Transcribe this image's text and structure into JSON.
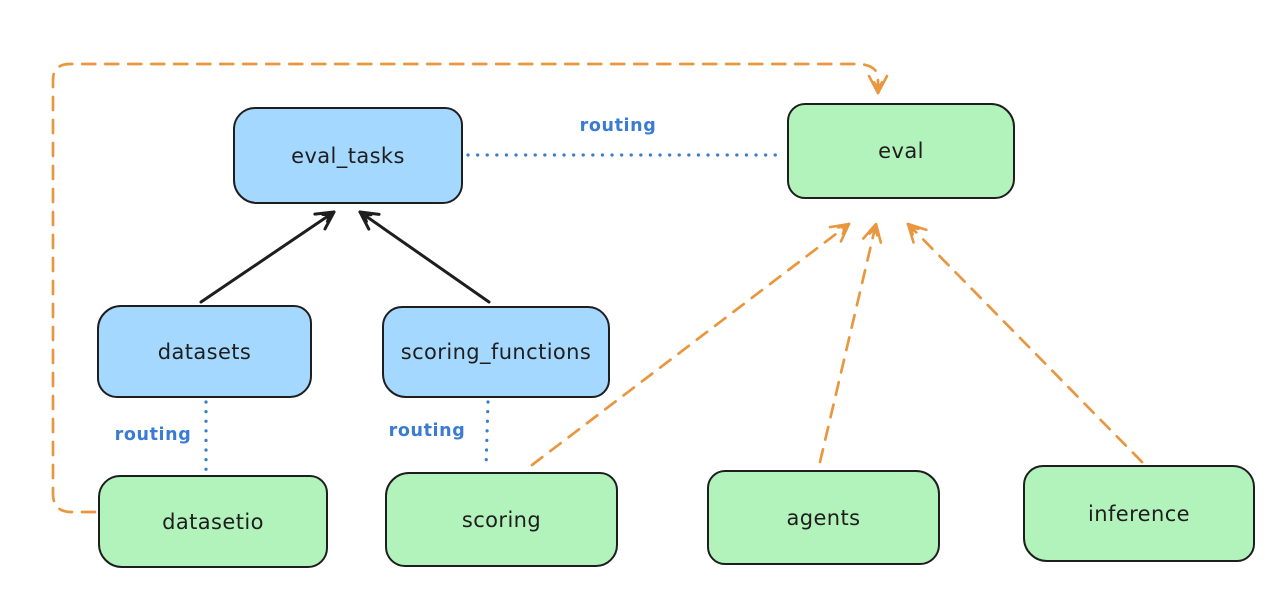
{
  "diagram": {
    "nodes": [
      {
        "id": "eval_tasks",
        "label": "eval_tasks",
        "color": "blue"
      },
      {
        "id": "eval",
        "label": "eval",
        "color": "green"
      },
      {
        "id": "datasets",
        "label": "datasets",
        "color": "blue"
      },
      {
        "id": "scoring_functions",
        "label": "scoring_functions",
        "color": "blue"
      },
      {
        "id": "datasetio",
        "label": "datasetio",
        "color": "green"
      },
      {
        "id": "scoring",
        "label": "scoring",
        "color": "green"
      },
      {
        "id": "agents",
        "label": "agents",
        "color": "green"
      },
      {
        "id": "inference",
        "label": "inference",
        "color": "green"
      }
    ],
    "edges": [
      {
        "from": "datasets",
        "to": "eval_tasks",
        "style": "solid-black-arrow"
      },
      {
        "from": "scoring_functions",
        "to": "eval_tasks",
        "style": "solid-black-arrow"
      },
      {
        "from": "eval_tasks",
        "to": "eval",
        "style": "dotted-blue",
        "label": "routing"
      },
      {
        "from": "datasets",
        "to": "datasetio",
        "style": "dotted-blue",
        "label": "routing"
      },
      {
        "from": "scoring_functions",
        "to": "scoring",
        "style": "dotted-blue",
        "label": "routing"
      },
      {
        "from": "datasetio",
        "to": "eval",
        "style": "dashed-orange-arrow"
      },
      {
        "from": "scoring",
        "to": "eval",
        "style": "dashed-orange-arrow"
      },
      {
        "from": "agents",
        "to": "eval",
        "style": "dashed-orange-arrow"
      },
      {
        "from": "inference",
        "to": "eval",
        "style": "dashed-orange-arrow"
      }
    ],
    "colors": {
      "blue_fill": "#a5d8ff",
      "green_fill": "#b2f2bb",
      "stroke": "#1e1e1e",
      "routing_blue": "#3b7cd3",
      "orange": "#e9973f"
    }
  }
}
